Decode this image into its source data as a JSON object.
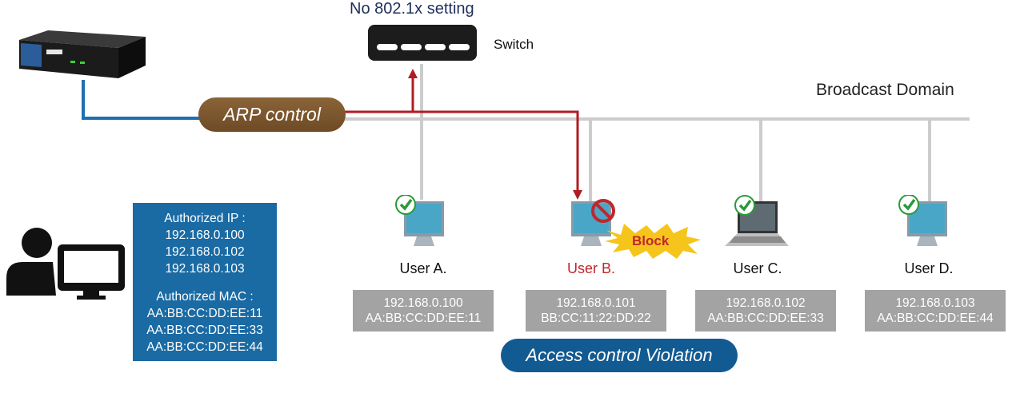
{
  "diagram": {
    "title": "No 802.1x setting",
    "switch_label": "Switch",
    "broadcast_domain_label": "Broadcast Domain",
    "arp_control_label": "ARP control",
    "block_label": "Block",
    "violation_label": "Access control Violation"
  },
  "authorized": {
    "ip_heading": "Authorized  IP :",
    "ips": [
      "192.168.0.100",
      "192.168.0.102",
      "192.168.0.103"
    ],
    "mac_heading": "Authorized  MAC :",
    "macs": [
      "AA:BB:CC:DD:EE:11",
      "AA:BB:CC:DD:EE:33",
      "AA:BB:CC:DD:EE:44"
    ]
  },
  "users": [
    {
      "name": "User A.",
      "ip": "192.168.0.100",
      "mac": "AA:BB:CC:DD:EE:11",
      "status": "allowed",
      "device": "desktop"
    },
    {
      "name": "User B.",
      "ip": "192.168.0.101",
      "mac": "BB:CC:11:22:DD:22",
      "status": "blocked",
      "device": "desktop"
    },
    {
      "name": "User C.",
      "ip": "192.168.0.102",
      "mac": "AA:BB:CC:DD:EE:33",
      "status": "allowed",
      "device": "laptop"
    },
    {
      "name": "User D.",
      "ip": "192.168.0.103",
      "mac": "AA:BB:CC:DD:EE:44",
      "status": "allowed",
      "device": "desktop"
    }
  ],
  "colors": {
    "arp_pill": "#7a5530",
    "auth_box": "#1a6aa3",
    "violation_pill": "#125b92",
    "block_red": "#c0262c",
    "network_line": "#cccccc",
    "appliance_line": "#1f6fb0",
    "info_box": "#a3a3a3"
  }
}
